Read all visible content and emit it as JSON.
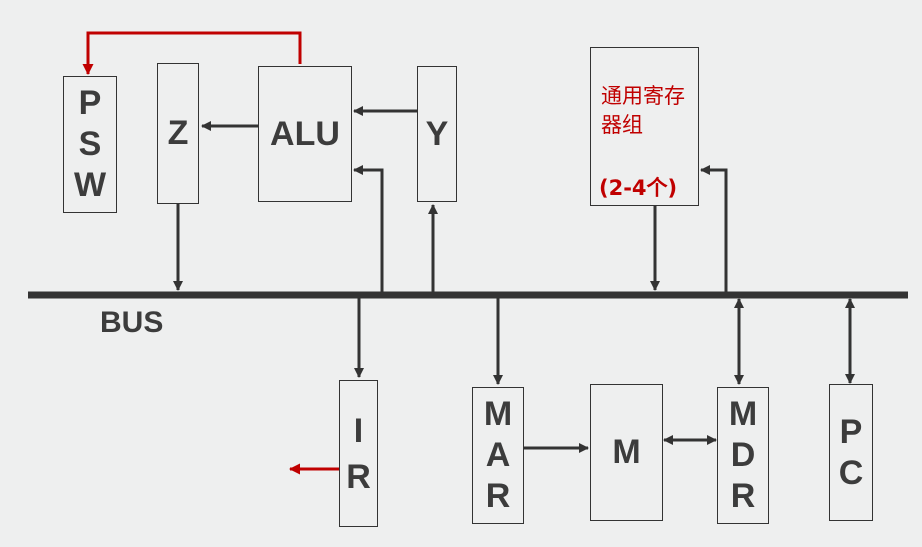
{
  "bus": {
    "label": "BUS"
  },
  "registers": {
    "psw": [
      "P",
      "S",
      "W"
    ],
    "z": "Z",
    "alu": "ALU",
    "y": "Y",
    "ir": [
      "I",
      "R"
    ],
    "mar": [
      "M",
      "A",
      "R"
    ],
    "m": "M",
    "mdr": [
      "M",
      "D",
      "R"
    ],
    "pc": [
      "P",
      "C"
    ]
  },
  "gpr": {
    "title": "通用寄存器组",
    "count": "(2-4个)"
  },
  "colors": {
    "line": "#333333",
    "accent": "#c00000",
    "background": "#eeefef"
  }
}
